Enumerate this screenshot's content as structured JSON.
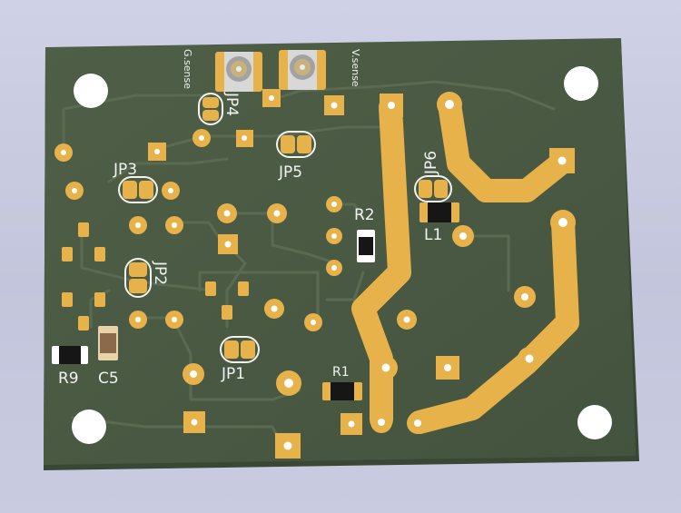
{
  "board": {
    "colors": {
      "background": "#c8cae0",
      "soldermask": "#4a5a42",
      "copper": "#e8b24a",
      "silkscreen": "#f2f2f2"
    },
    "labels": {
      "jp1": "JP1",
      "jp2": "JP2",
      "jp3": "JP3",
      "jp4": "JP4",
      "jp5": "JP5",
      "jp6": "JP6",
      "r1": "R1",
      "r2": "R2",
      "r9": "R9",
      "c5": "C5",
      "l1": "L1",
      "g_sense": "G.sense",
      "v_sense": "V.sense"
    }
  }
}
